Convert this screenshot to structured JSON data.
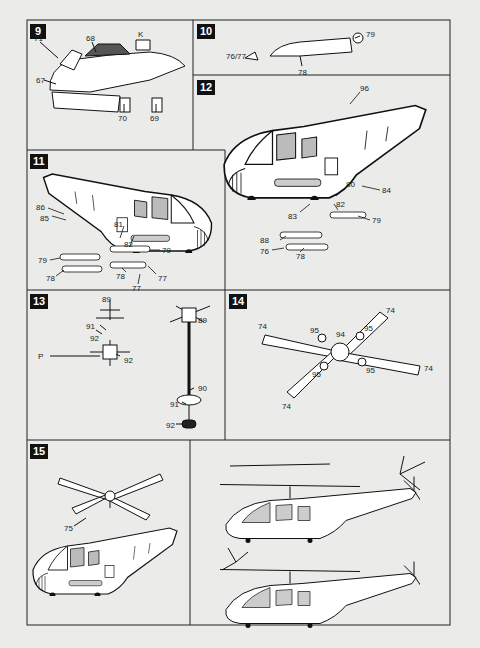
{
  "diagram": {
    "nodes": [
      {
        "text": [
          "9"
        ]
      },
      {
        "text": [
          "10"
        ]
      },
      {
        "text": [
          "11"
        ]
      },
      {
        "text": [
          "12"
        ]
      },
      {
        "text": [
          "13"
        ]
      },
      {
        "text": [
          "14"
        ]
      },
      {
        "text": [
          "15"
        ]
      }
    ],
    "labels": [
      "71",
      "68",
      "K",
      "67",
      "70",
      "69",
      "79",
      "76/77",
      "78",
      "96",
      "84",
      "80",
      "83",
      "82",
      "79",
      "88",
      "76",
      "78",
      "86",
      "85",
      "81",
      "82",
      "79",
      "79",
      "78",
      "77",
      "78",
      "77",
      "89",
      "91",
      "92",
      "P",
      "92",
      "89",
      "90",
      "91",
      "92",
      "74",
      "95",
      "94",
      "95",
      "95",
      "95",
      "74",
      "74",
      "74",
      "75"
    ]
  }
}
